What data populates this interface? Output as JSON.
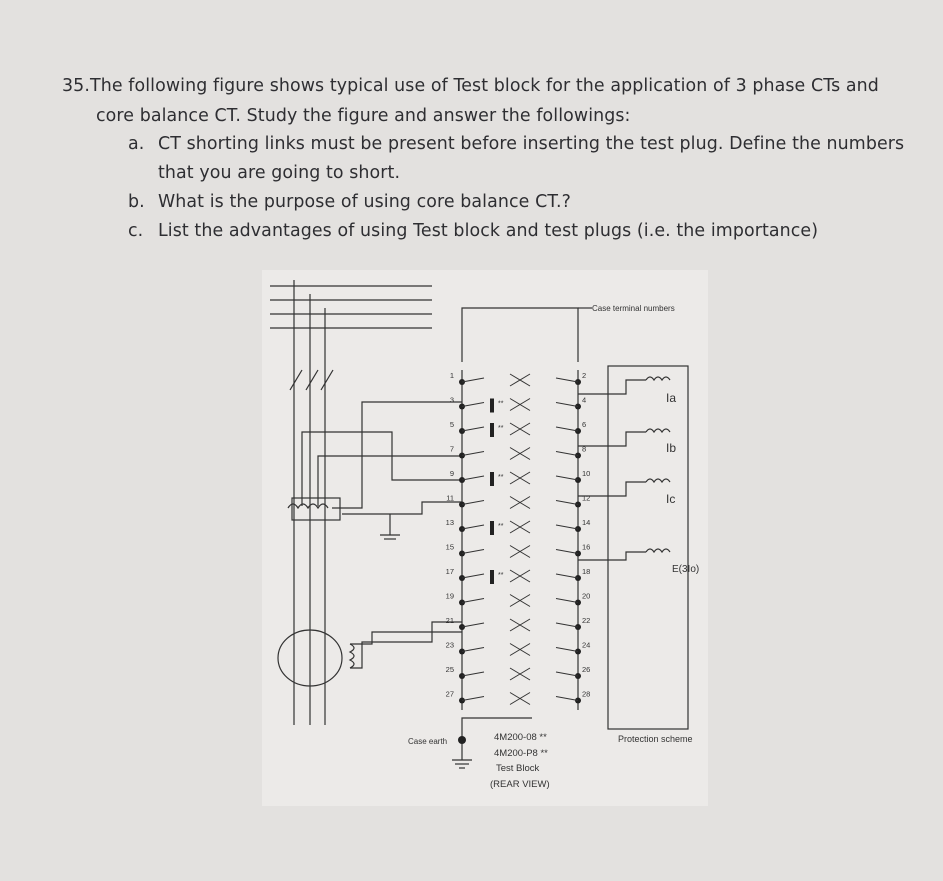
{
  "question": {
    "number": "35.",
    "intro_line1": "The following figure shows typical use of Test block for the application of 3 phase CTs and",
    "intro_line2": "core balance CT. Study the figure and answer the followings:",
    "items": [
      {
        "marker": "a.",
        "line1": "CT shorting links must be present before inserting the test plug. Define the numbers",
        "line2": "that you are going to short."
      },
      {
        "marker": "b.",
        "line1": "What is the purpose of using core balance CT.?"
      },
      {
        "marker": "c.",
        "line1": "List the advantages of using Test block and test plugs (i.e. the importance)"
      }
    ]
  },
  "figure": {
    "case_terminal_label": "Case terminal numbers",
    "terminals_left": [
      "1",
      "3",
      "5",
      "7",
      "9",
      "11",
      "13",
      "15",
      "17",
      "19",
      "21",
      "23",
      "25",
      "27"
    ],
    "terminals_right": [
      "2",
      "4",
      "6",
      "8",
      "10",
      "12",
      "14",
      "16",
      "18",
      "20",
      "22",
      "24",
      "26",
      "28"
    ],
    "link_marks": [
      "**",
      "**",
      "**",
      "**",
      "**"
    ],
    "relay_labels": {
      "ia": "Ia",
      "ib": "Ib",
      "ic": "Ic",
      "earth": "E(3Io)"
    },
    "case_earth": "Case earth",
    "block_lines": [
      "4M200-08 **",
      "4M200-P8 **",
      "Test Block",
      "(REAR VIEW)"
    ],
    "protection_scheme": "Protection scheme"
  }
}
